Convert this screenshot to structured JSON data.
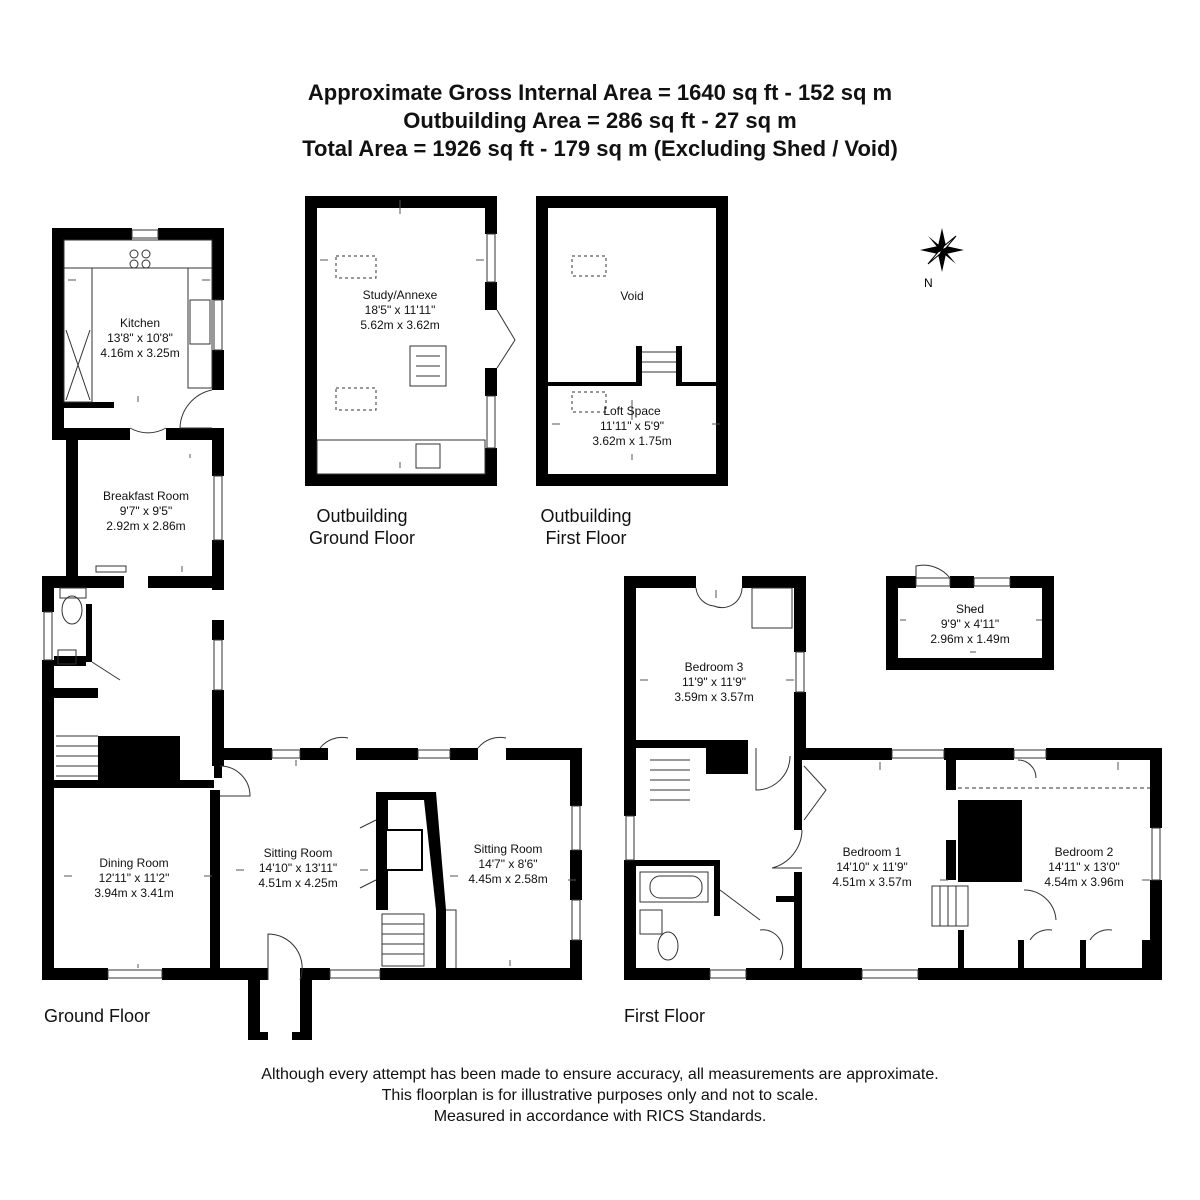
{
  "header": {
    "line1": "Approximate Gross Internal Area = 1640 sq ft - 152 sq m",
    "line2": "Outbuilding Area = 286 sq ft - 27 sq m",
    "line3": "Total Area = 1926 sq ft - 179 sq m (Excluding Shed / Void)"
  },
  "compass": {
    "north_label": "N"
  },
  "floor_labels": {
    "outbuilding_ground": [
      "Outbuilding",
      "Ground Floor"
    ],
    "outbuilding_first": [
      "Outbuilding",
      "First Floor"
    ],
    "ground": "Ground Floor",
    "first": "First Floor"
  },
  "rooms": {
    "kitchen": {
      "name": "Kitchen",
      "imperial": "13'8\" x 10'8\"",
      "metric": "4.16m x 3.25m"
    },
    "breakfast": {
      "name": "Breakfast Room",
      "imperial": "9'7\" x 9'5\"",
      "metric": "2.92m x 2.86m"
    },
    "dining": {
      "name": "Dining Room",
      "imperial": "12'11\" x 11'2\"",
      "metric": "3.94m x 3.41m"
    },
    "sitting1": {
      "name": "Sitting Room",
      "imperial": "14'10\" x 13'11\"",
      "metric": "4.51m x 4.25m"
    },
    "sitting2": {
      "name": "Sitting Room",
      "imperial": "14'7\" x 8'6\"",
      "metric": "4.45m x 2.58m"
    },
    "study": {
      "name": "Study/Annexe",
      "imperial": "18'5\" x 11'11\"",
      "metric": "5.62m x 3.62m"
    },
    "void": {
      "name": "Void"
    },
    "loft": {
      "name": "Loft Space",
      "imperial": "11'11\" x 5'9\"",
      "metric": "3.62m x 1.75m"
    },
    "bedroom3": {
      "name": "Bedroom 3",
      "imperial": "11'9\" x 11'9\"",
      "metric": "3.59m x 3.57m"
    },
    "bedroom1": {
      "name": "Bedroom 1",
      "imperial": "14'10\" x 11'9\"",
      "metric": "4.51m x 3.57m"
    },
    "bedroom2": {
      "name": "Bedroom 2",
      "imperial": "14'11\" x 13'0\"",
      "metric": "4.54m x 3.96m"
    },
    "shed": {
      "name": "Shed",
      "imperial": "9'9\" x 4'11\"",
      "metric": "2.96m x 1.49m"
    }
  },
  "disclaimer": {
    "line1": "Although every attempt has been made to ensure accuracy, all measurements are approximate.",
    "line2": "This floorplan is for illustrative purposes only and not to scale.",
    "line3": "Measured in accordance with RICS Standards."
  }
}
